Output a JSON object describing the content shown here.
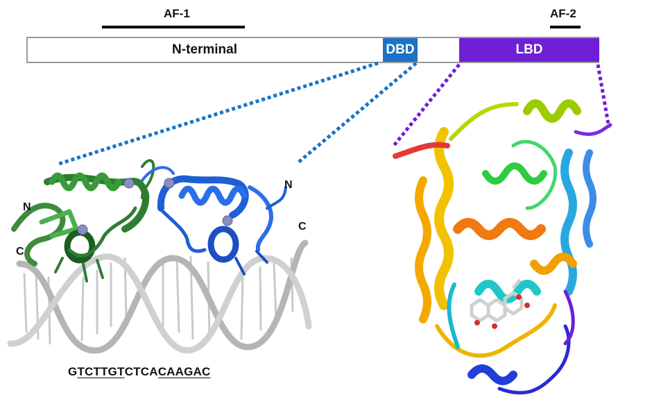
{
  "labels": {
    "af1": "AF-1",
    "af2": "AF-2",
    "n_terminal": "N-terminal",
    "dbd": "DBD",
    "lbd": "LBD",
    "n_left": "N",
    "c_left": "C",
    "n_right": "N",
    "c_right": "C"
  },
  "sequence": {
    "p1": "G",
    "p2": "TCTTGT",
    "p3": "CTCA",
    "p4": "CAAGAC"
  },
  "colors": {
    "dbd": "#1a73c7",
    "lbd": "#6f1fd6",
    "dna": "#bdbdbd",
    "green_protein": "#3a8f3a",
    "blue_protein": "#1f5fd6"
  }
}
